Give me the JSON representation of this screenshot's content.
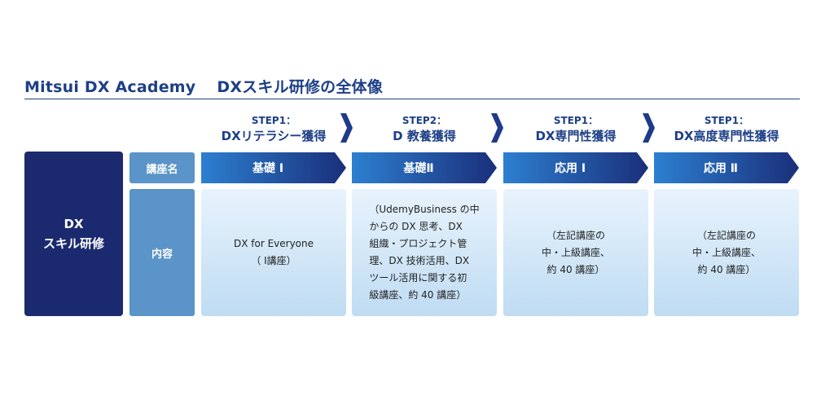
{
  "header": {
    "brand": "Mitsui DX Academy",
    "title": "DXスキル研修の全体像"
  },
  "side_label": [
    "DX",
    "スキル研修"
  ],
  "row_labels": {
    "course": "講座名",
    "content": "内容"
  },
  "steps": [
    {
      "num": "STEP1：",
      "name": "DXリテラシー獲得"
    },
    {
      "num": "STEP2：",
      "name": "D 教養獲得"
    },
    {
      "num": "STEP1：",
      "name": "DX専門性獲得"
    },
    {
      "num": "STEP1：",
      "name": "DX高度専門性獲得"
    }
  ],
  "courses": [
    {
      "name": "基礎 Ⅰ",
      "content": "DX for Everyone\n（ I講座）"
    },
    {
      "name": "基礎Ⅱ",
      "content": "（UdemyBusiness の中\nからの DX 思考、DX\n組織・プロジェクト管\n理、DX 技術活用、DX\nツール活用に関する初\n級講座、約 40 講座）"
    },
    {
      "name": "応用 Ⅰ",
      "content": "（左記講座の\n中・上級講座、\n約 40 講座）"
    },
    {
      "name": "応用 Ⅱ",
      "content": "（左記講座の\n中・上級講座、\n約 40 講座）"
    }
  ],
  "colors": {
    "navy": "#1b2a6e",
    "brand_blue": "#1d3f87",
    "label_blue": "#5a94c8",
    "arrow_dark": "#1f3a8a",
    "arrow_light": "#2d7fd0",
    "content_light": "#e8f3fc",
    "content_dark": "#bfdcf3"
  },
  "icons": [
    "chevron-right-icon"
  ]
}
